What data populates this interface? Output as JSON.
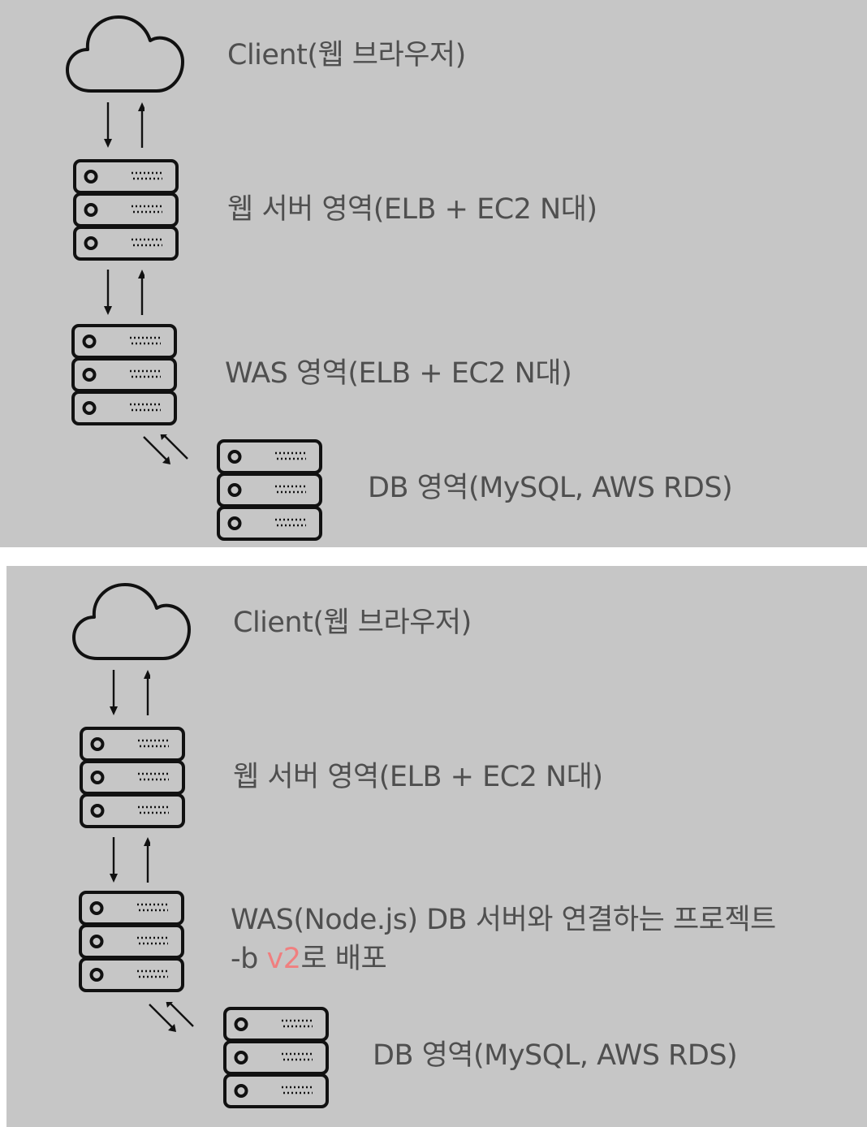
{
  "diagram_top": {
    "client_label": "Client(웹 브라우저)",
    "web_label": "웹 서버 영역(ELB + EC2 N대)",
    "was_label": "WAS 영역(ELB + EC2 N대)",
    "db_label": "DB 영역(MySQL, AWS RDS)"
  },
  "diagram_bottom": {
    "client_label": "Client(웹 브라우저)",
    "web_label": "웹 서버 영역(ELB + EC2 N대)",
    "was_line1": "WAS(Node.js) DB 서버와 연결하는 프로젝트",
    "was_line2_prefix": "-b ",
    "was_line2_highlight": "v2",
    "was_line2_suffix": "로 배포",
    "db_label": "DB 영역(MySQL, AWS RDS)"
  },
  "colors": {
    "panel_bg": "#c6c6c6",
    "text": "#4f4f4f",
    "highlight": "#f07f7f",
    "icon_stroke": "#111111"
  },
  "icons": [
    "cloud-icon",
    "server-stack-icon",
    "arrow-down-icon",
    "arrow-up-icon",
    "diagonal-arrows-icon"
  ]
}
